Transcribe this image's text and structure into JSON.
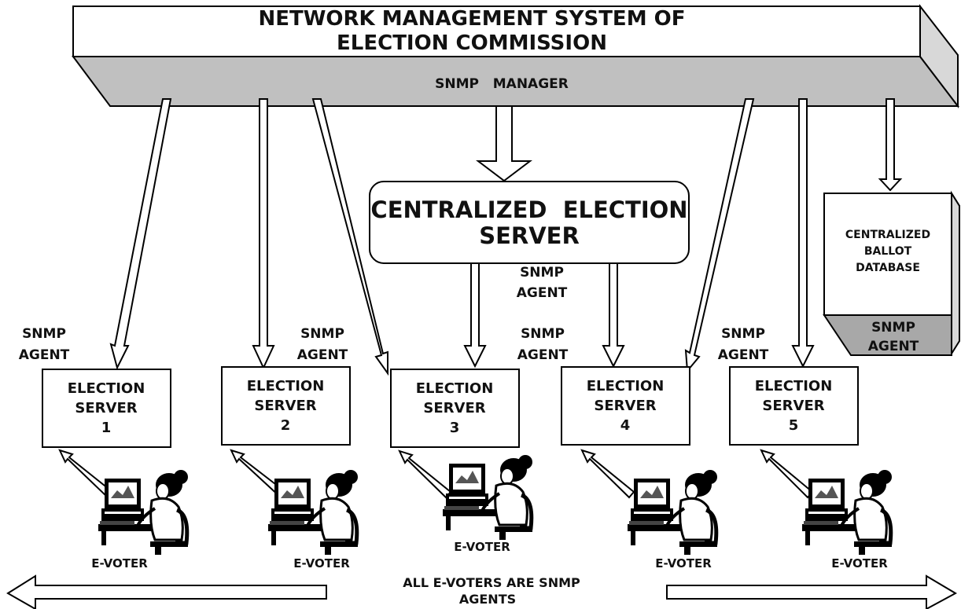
{
  "nms": {
    "title_line1": "NETWORK MANAGEMENT SYSTEM OF",
    "title_line2": "ELECTION COMMISSION",
    "manager_label": "SNMP   MANAGER"
  },
  "central_server": {
    "line1": "CENTRALIZED  ELECTION",
    "line2": "SERVER",
    "agent_line1": "SNMP",
    "agent_line2": "AGENT"
  },
  "ballot_db": {
    "line1": "CENTRALIZED",
    "line2": "BALLOT",
    "line3": "DATABASE",
    "agent_line1": "SNMP",
    "agent_line2": "AGENT"
  },
  "agent_labels": [
    {
      "line1": "SNMP",
      "line2": "AGENT"
    },
    {
      "line1": "SNMP",
      "line2": "AGENT"
    },
    {
      "line1": "SNMP",
      "line2": "AGENT"
    },
    {
      "line1": "SNMP",
      "line2": "AGENT"
    }
  ],
  "election_servers": [
    {
      "line1": "ELECTION",
      "line2": "SERVER",
      "number": "1"
    },
    {
      "line1": "ELECTION",
      "line2": "SERVER",
      "number": "2"
    },
    {
      "line1": "ELECTION",
      "line2": "SERVER",
      "number": "3"
    },
    {
      "line1": "ELECTION",
      "line2": "SERVER",
      "number": "4"
    },
    {
      "line1": "ELECTION",
      "line2": "SERVER",
      "number": "5"
    }
  ],
  "voters": [
    "E-VOTER",
    "E-VOTER",
    "E-VOTER",
    "E-VOTER",
    "E-VOTER"
  ],
  "footer": {
    "line1": "ALL E-VOTERS ARE SNMP",
    "line2": "AGENTS"
  },
  "colors": {
    "bar_side": "#c0c0c0",
    "line": "#111111",
    "background": "#ffffff"
  },
  "icons": [
    "voter-at-computer-icon",
    "double-arrow-icon"
  ]
}
